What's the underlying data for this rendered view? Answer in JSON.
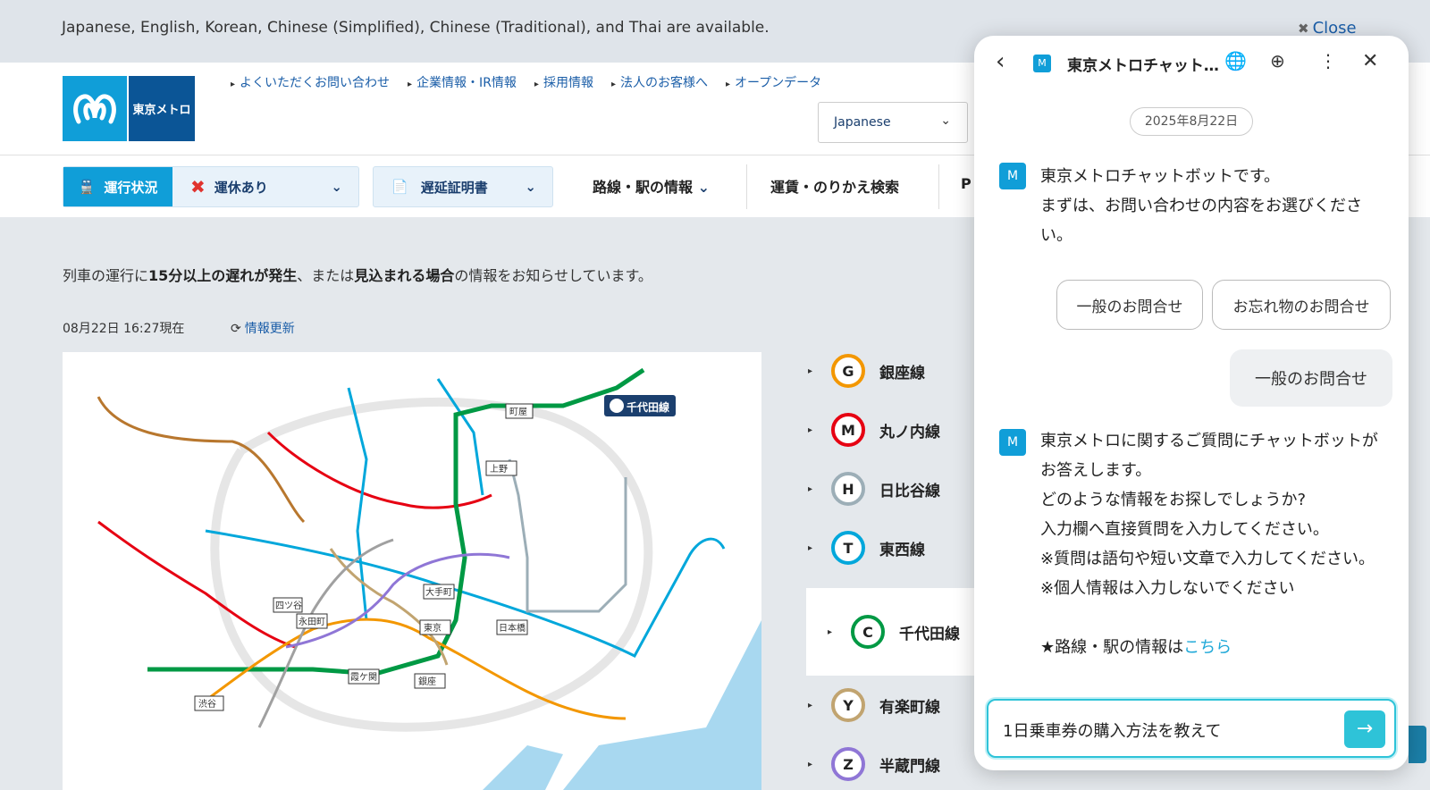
{
  "banner": {
    "message": "Japanese, English, Korean, Chinese (Simplified), Chinese (Traditional), and Thai are available.",
    "close": "Close"
  },
  "header": {
    "logo_text": "東京メトロ",
    "links": [
      "よくいただくお問い合わせ",
      "企業情報・IR情報",
      "採用情報",
      "法人のお客様へ",
      "オープンデータ"
    ],
    "language": "Japanese"
  },
  "nav": {
    "operation_label": "運行状況",
    "operation_status": "運休あり",
    "certificate": "遅延証明書",
    "items": [
      "路線・駅の情報",
      "運賃・のりかえ検索",
      "P"
    ]
  },
  "main": {
    "notice_pre": "列車の運行に",
    "notice_b1": "15分以上の遅れが発生",
    "notice_mid": "、または",
    "notice_b2": "見込まれる場合",
    "notice_post": "の情報をお知らせしています。",
    "timestamp": "08月22日 16:27現在",
    "refresh": "情報更新",
    "map_badge": "千代田線"
  },
  "lines": [
    {
      "code": "G",
      "name": "銀座線",
      "color": "#f39700"
    },
    {
      "code": "M",
      "name": "丸ノ内線",
      "color": "#e60012"
    },
    {
      "code": "H",
      "name": "日比谷線",
      "color": "#9caeb7"
    },
    {
      "code": "T",
      "name": "東西線",
      "color": "#00a7db"
    },
    {
      "code": "C",
      "name": "千代田線",
      "color": "#009944"
    },
    {
      "code": "Y",
      "name": "有楽町線",
      "color": "#c1a470"
    },
    {
      "code": "Z",
      "name": "半蔵門線",
      "color": "#8f76d6"
    }
  ],
  "chat": {
    "title": "東京メトロチャットボット",
    "date": "2025年8月22日",
    "bot1": [
      "東京メトロチャットボットです。",
      "まずは、お問い合わせの内容をお選びください。"
    ],
    "quick": [
      "一般のお問合せ",
      "お忘れ物のお問合せ"
    ],
    "user1": "一般のお問合せ",
    "bot2": [
      "東京メトロに関するご質問にチャットボットがお答えします。",
      "どのような情報をお探しでしょうか?",
      "入力欄へ直接質問を入力してください。",
      "※質問は語句や短い文章で入力してください。",
      "※個人情報は入力しないでください"
    ],
    "bot2_link_pre": "★路線・駅の情報は",
    "bot2_link": "こちら",
    "input": "1日乗車券の購入方法を教えて"
  }
}
